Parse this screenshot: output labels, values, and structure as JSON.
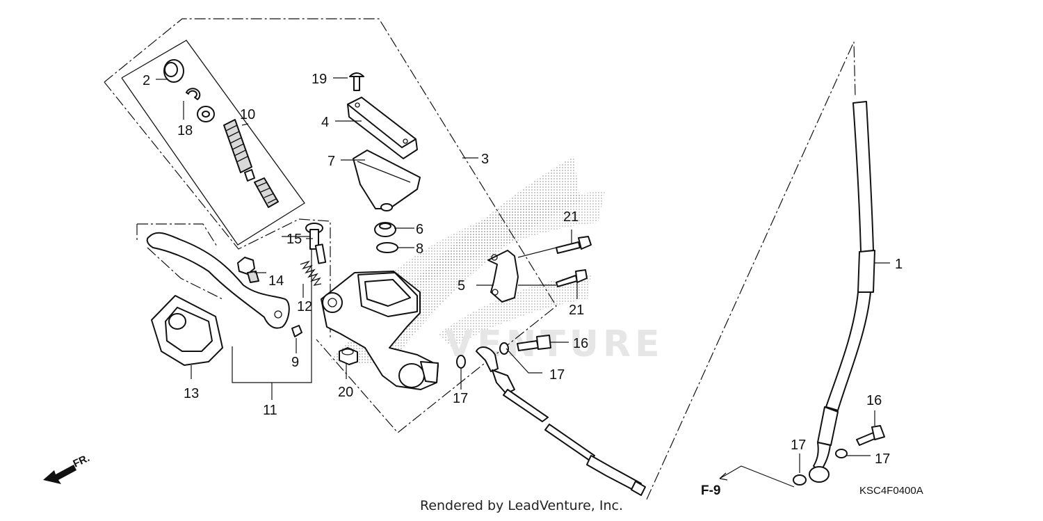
{
  "diagram": {
    "callouts": {
      "c1": "1",
      "c2": "2",
      "c3": "3",
      "c4": "4",
      "c5": "5",
      "c6": "6",
      "c7": "7",
      "c8": "8",
      "c9": "9",
      "c10": "10",
      "c11": "11",
      "c12": "12",
      "c13": "13",
      "c14": "14",
      "c15": "15",
      "c16a": "16",
      "c16b": "16",
      "c17a": "17",
      "c17b": "17",
      "c17c": "17",
      "c17d": "17",
      "c18": "18",
      "c19": "19",
      "c20": "20",
      "c21a": "21",
      "c21b": "21"
    },
    "reference_page": "F-9",
    "direction_marker": "FR.",
    "diagram_code": "KSC4F0400A",
    "watermark_text": "VENTURE",
    "footer": "Rendered by LeadVenture, Inc."
  },
  "colors": {
    "line": "#111111",
    "watermark": "#e6e6e6",
    "background": "#ffffff"
  },
  "icons": [
    "front-direction-arrow-icon",
    "leadventure-wing-watermark-icon"
  ]
}
